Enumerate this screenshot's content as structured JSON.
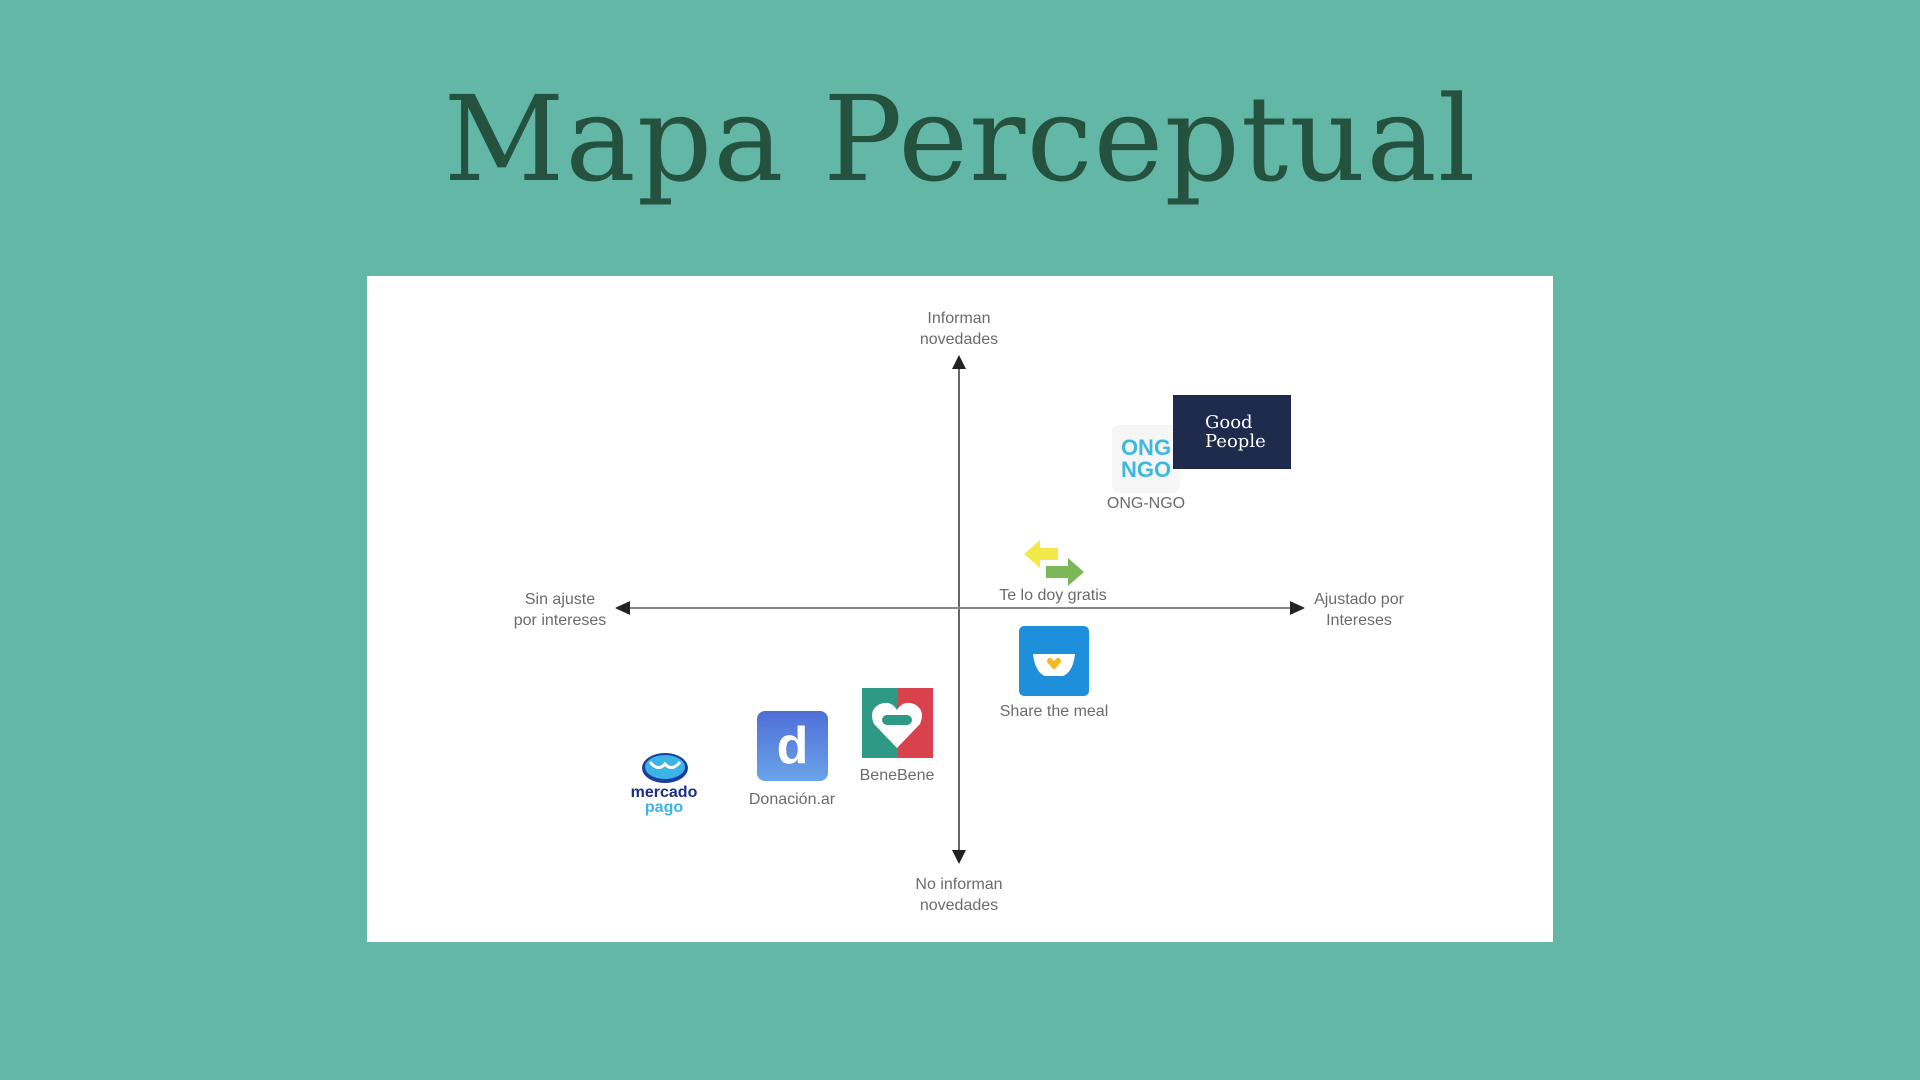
{
  "title": "Mapa Perceptual",
  "axes": {
    "top": [
      "Informan",
      "novedades"
    ],
    "bottom": [
      "No informan",
      "novedades"
    ],
    "left": [
      "Sin ajuste",
      "por intereses"
    ],
    "right": [
      "Ajustado por",
      "Intereses"
    ]
  },
  "items": {
    "good_people": [
      "Good",
      "People"
    ],
    "ong_ngo": "ONG-NGO",
    "ong_logo": [
      "ONG",
      "NGO"
    ],
    "te_lo_doy": "Te lo doy gratis",
    "share_meal": "Share the meal",
    "benebene": "BeneBene",
    "donacion": "Donación.ar",
    "donacion_logo": "d",
    "mercado_pago": [
      "mercado",
      "pago"
    ]
  },
  "colors": {
    "background": "#63b7a7",
    "title": "#25523f",
    "good_people": "#1f2b4c"
  }
}
